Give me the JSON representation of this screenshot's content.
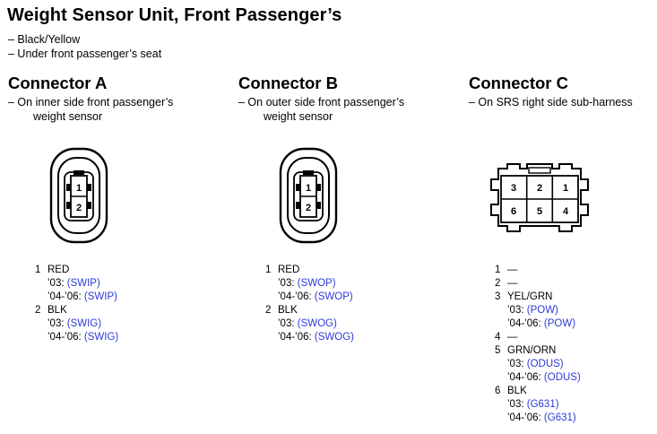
{
  "title": "Weight Sensor Unit, Front Passenger’s",
  "sub1": "– Black/Yellow",
  "sub2": "– Under front passenger’s seat",
  "connectors": [
    {
      "title": "Connector A",
      "loc1": "– On inner side front passenger’s",
      "loc2": "weight sensor",
      "pin_labels": [
        "1",
        "2"
      ],
      "pins": [
        {
          "num": "1",
          "wire": "RED",
          "y03": "’03:",
          "c03": "(SWIP)",
          "y04": "’04-’06:",
          "c04": "(SWIP)"
        },
        {
          "num": "2",
          "wire": "BLK",
          "y03": "’03:",
          "c03": "(SWIG)",
          "y04": "’04-’06:",
          "c04": "(SWIG)"
        }
      ]
    },
    {
      "title": "Connector B",
      "loc1": "– On outer side front passenger’s",
      "loc2": "weight sensor",
      "pin_labels": [
        "1",
        "2"
      ],
      "pins": [
        {
          "num": "1",
          "wire": "RED",
          "y03": "’03:",
          "c03": "(SWOP)",
          "y04": "’04-’06:",
          "c04": "(SWOP)"
        },
        {
          "num": "2",
          "wire": "BLK",
          "y03": "’03:",
          "c03": "(SWOG)",
          "y04": "’04-’06:",
          "c04": "(SWOG)"
        }
      ]
    },
    {
      "title": "Connector C",
      "loc1": "– On SRS right side sub-harness",
      "pin_labels": [
        "3",
        "2",
        "1",
        "6",
        "5",
        "4"
      ],
      "pins": [
        {
          "num": "1",
          "wire": "—"
        },
        {
          "num": "2",
          "wire": "—"
        },
        {
          "num": "3",
          "wire": "YEL/GRN",
          "y03": "’03:",
          "c03": "(POW)",
          "y04": "’04-’06:",
          "c04": "(POW)"
        },
        {
          "num": "4",
          "wire": "—"
        },
        {
          "num": "5",
          "wire": "GRN/ORN",
          "y03": "’03:",
          "c03": "(ODUS)",
          "y04": "’04-’06:",
          "c04": "(ODUS)"
        },
        {
          "num": "6",
          "wire": "BLK",
          "y03": "’03:",
          "c03": "(G631)",
          "y04": "’04-’06:",
          "c04": "(G631)"
        }
      ]
    }
  ]
}
